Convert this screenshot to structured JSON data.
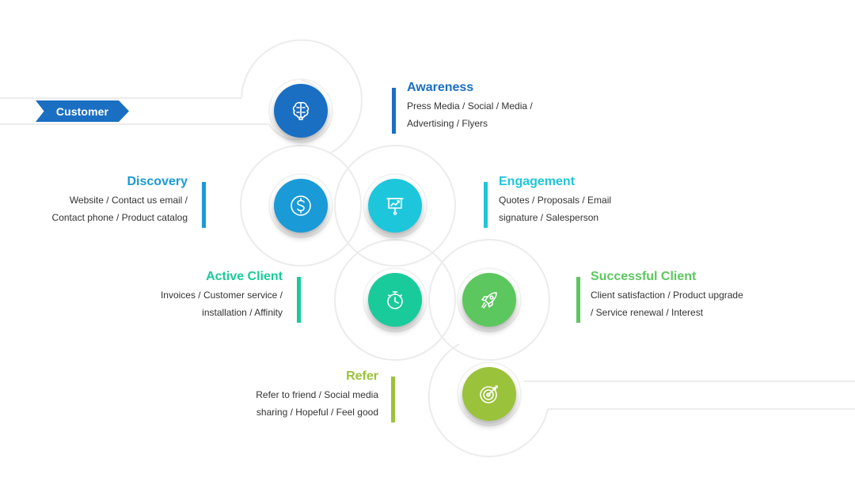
{
  "start": {
    "label": "Customer"
  },
  "stages": [
    {
      "title": "Awareness",
      "line1": "Press Media / Social / Media /",
      "line2": "Advertising / Flyers",
      "icon": "brain-icon",
      "color": "#1a6fc2"
    },
    {
      "title": "Discovery",
      "line1": "Website  / Contact us email /",
      "line2": "Contact phone / Product catalog",
      "icon": "dollar-icon",
      "color": "#1a9ad6"
    },
    {
      "title": "Engagement",
      "line1": "Quotes / Proposals / Email",
      "line2": "signature / Salesperson",
      "icon": "presentation-board-icon",
      "color": "#1ec6dc"
    },
    {
      "title": "Active Client",
      "line1": "Invoices / Customer service /",
      "line2": "installation / Affinity",
      "icon": "stopwatch-icon",
      "color": "#19cb9a"
    },
    {
      "title": "Successful Client",
      "line1": "Client satisfaction / Product upgrade",
      "line2": "/ Service renewal / Interest",
      "icon": "rocket-icon",
      "color": "#5cc75e"
    },
    {
      "title": "Refer",
      "line1": "Refer to friend / Social media",
      "line2": "sharing / Hopeful / Feel good",
      "icon": "target-icon",
      "color": "#9bc23b"
    }
  ]
}
